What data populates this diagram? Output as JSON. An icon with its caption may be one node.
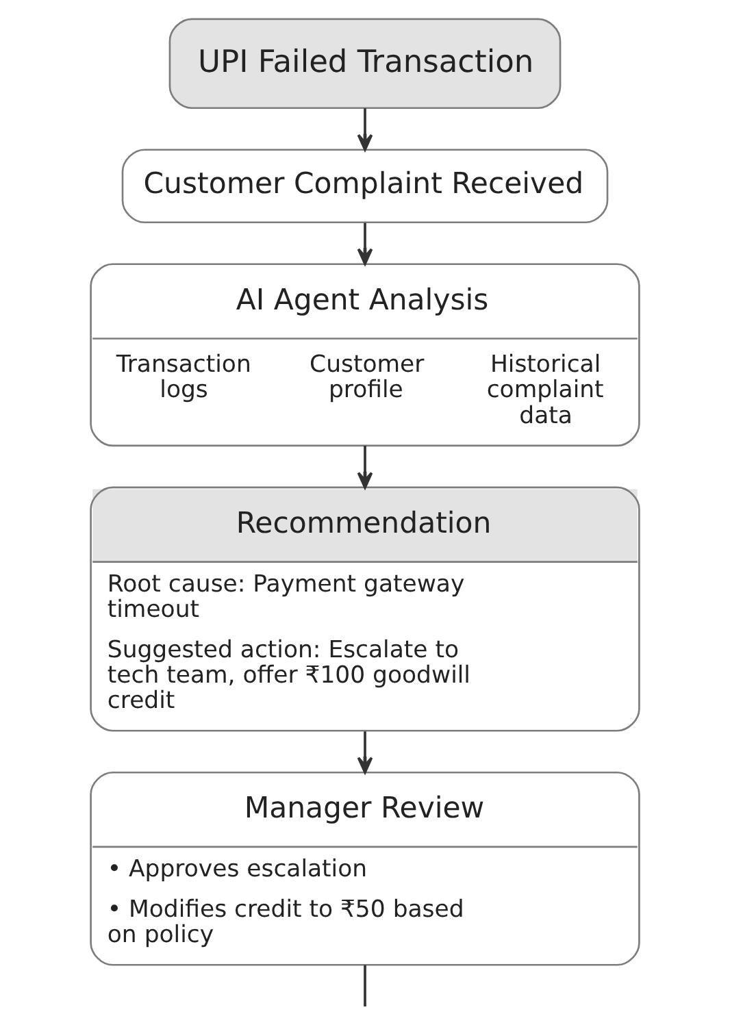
{
  "diagram": {
    "nodes": [
      {
        "text": [
          "UPI Failed Transaction"
        ]
      },
      {
        "text": [
          "Customer Complaint Received"
        ]
      },
      {
        "text": [
          "AI Agent Analysis",
          "Transaction logs",
          "Customer profile",
          "Historical complaint data"
        ]
      },
      {
        "text": [
          "Recommendation",
          "Root cause: Payment gateway timeout",
          "Suggested action: Escalate to tech team, offer ₹100 goodwill credit"
        ]
      },
      {
        "text": [
          "Manager Review",
          "• Approves escalation",
          "• Modifies credit to ₹50 based on policy"
        ]
      }
    ],
    "edges": [
      {
        "from": 0,
        "to": 1,
        "arrow": "to"
      },
      {
        "from": 1,
        "to": 2,
        "arrow": "to"
      },
      {
        "from": 2,
        "to": 3,
        "arrow": "to"
      },
      {
        "from": 3,
        "to": 4,
        "arrow": "to"
      },
      {
        "from": 4,
        "to": null,
        "arrow": "none"
      }
    ]
  }
}
